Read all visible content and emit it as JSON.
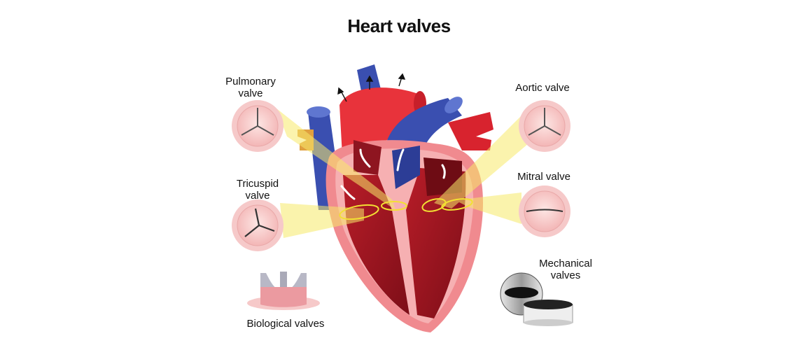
{
  "title": "Heart valves",
  "labels": {
    "pulmonary": [
      "Pulmonary",
      "valve"
    ],
    "aortic": "Aortic valve",
    "tricuspid": [
      "Tricuspid",
      "valve"
    ],
    "mitral": "Mitral valve",
    "mechanical": [
      "Mechanical",
      "valves"
    ],
    "biological": "Biological valves"
  },
  "colors": {
    "artery_red": "#e8333b",
    "vein_blue": "#3a4fb0",
    "chamber_dark": "#9b1420",
    "wall_pink": "#f08a8f",
    "highlight_yellow": "#f7ea6a",
    "valve_pink": "#f6c9c9"
  }
}
